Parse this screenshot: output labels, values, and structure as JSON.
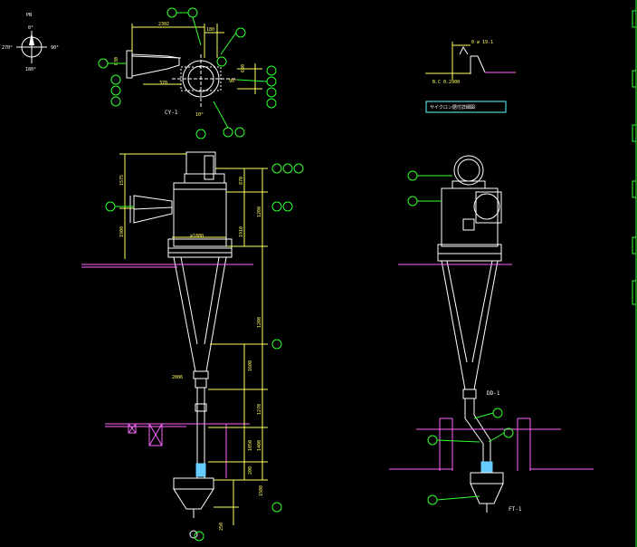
{
  "colors": {
    "background": "#000000",
    "outline": "#ffffff",
    "dimension": "#ffff66",
    "callout": "#33ff33",
    "floor": "#ff66ff",
    "frame": "#33ff33",
    "detail_box": "#66ffff",
    "pipe_fill": "#66ccff"
  },
  "compass": {
    "pn": "PN",
    "deg0": "0°",
    "deg90": "90°",
    "deg180": "180°",
    "deg270": "270°"
  },
  "top_view": {
    "label": "CY-1",
    "dims": [
      "2302",
      "180",
      "630",
      "370",
      "680",
      "90°",
      "10°"
    ]
  },
  "detail": {
    "dim": "0 ∅ 19.1",
    "level": "B.C 0.2900",
    "title": "サイクロン据付詳細図"
  },
  "front_view": {
    "dims_left": [
      "1575",
      "1900"
    ],
    "dims_upper_right": [
      "870",
      "1200",
      "1910"
    ],
    "dims_mid": [
      "1200",
      "1600",
      "1270",
      "1050",
      "1400",
      "1500",
      "200",
      "250"
    ],
    "note_dia": "∅1800",
    "note_small": "2006"
  },
  "side_view": {
    "label_dd": "DD-1",
    "label_ft": "FT-1"
  }
}
